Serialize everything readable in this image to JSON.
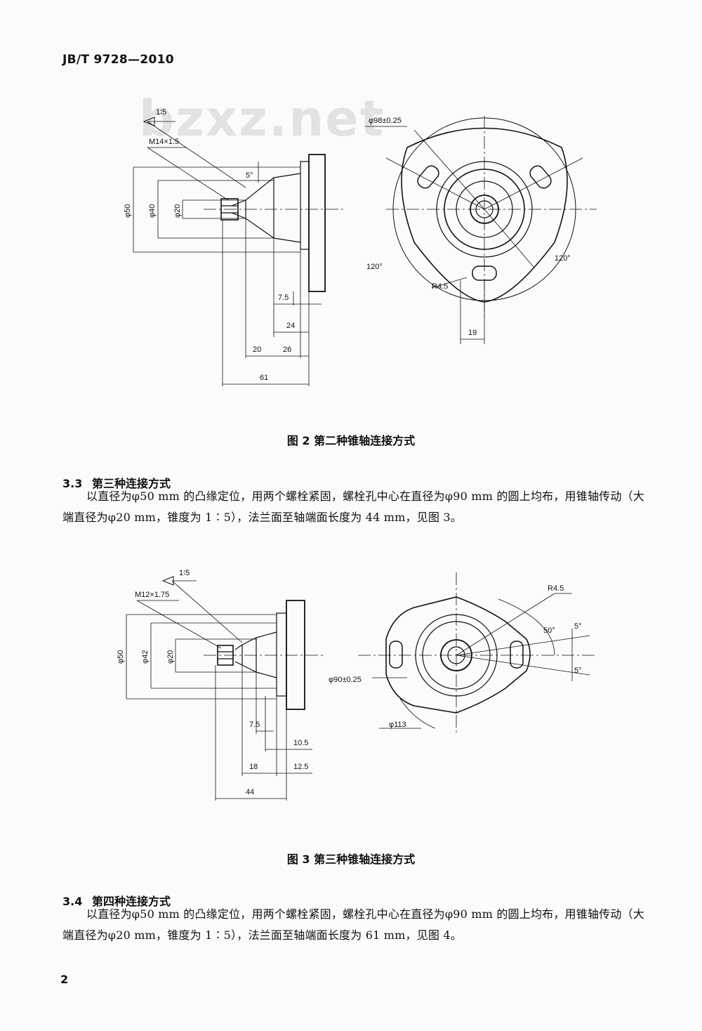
{
  "header": {
    "standard_no": "JB/T 9728—2010"
  },
  "watermark": {
    "text": "bzxz.net"
  },
  "figure2": {
    "caption": "图 2   第二种锥轴连接方式",
    "labels": {
      "taper": "1∶5",
      "thread": "M14×1.5",
      "angle": "5°",
      "d50": "φ50",
      "d40": "φ40",
      "d20": "φ20",
      "dim_7_5": "7.5",
      "dim_24": "24",
      "dim_20": "20",
      "dim_26": "26",
      "dim_61": "61",
      "bolt_circle": "φ98±0.25",
      "ang_left": "120°",
      "ang_right": "120°",
      "radius": "R4.5",
      "slot_width": "19"
    }
  },
  "section3_3": {
    "number": "3.3",
    "title": "第三种连接方式",
    "text": "以直径为φ50 mm 的凸缘定位，用两个螺栓紧固，螺栓孔中心在直径为φ90 mm 的圆上均布，用锥轴传动（大端直径为φ20 mm，锥度为 1∶5），法兰面至轴端面长度为 44 mm，见图 3。"
  },
  "figure3": {
    "caption": "图 3   第三种锥轴连接方式",
    "labels": {
      "taper": "1∶5",
      "thread": "M12×1.75",
      "d50": "φ50",
      "d42": "φ42",
      "d20": "φ20",
      "dim_7_5": "7.5",
      "dim_10_5": "10.5",
      "dim_18": "18",
      "dim_12_5": "12.5",
      "dim_44": "44",
      "radius": "R4.5",
      "ang50": "50°",
      "ang5_top": "5°",
      "ang5_bot": "5°",
      "bolt_circle": "φ90±0.25",
      "outer": "φ113"
    }
  },
  "section3_4": {
    "number": "3.4",
    "title": "第四种连接方式",
    "text": "以直径为φ50 mm 的凸缘定位，用两个螺栓紧固，螺栓孔中心在直径为φ90 mm 的圆上均布，用锥轴传动（大端直径为φ20 mm，锥度为 1∶5），法兰面至轴端面长度为 61 mm，见图 4。"
  },
  "footer": {
    "page_number": "2"
  }
}
